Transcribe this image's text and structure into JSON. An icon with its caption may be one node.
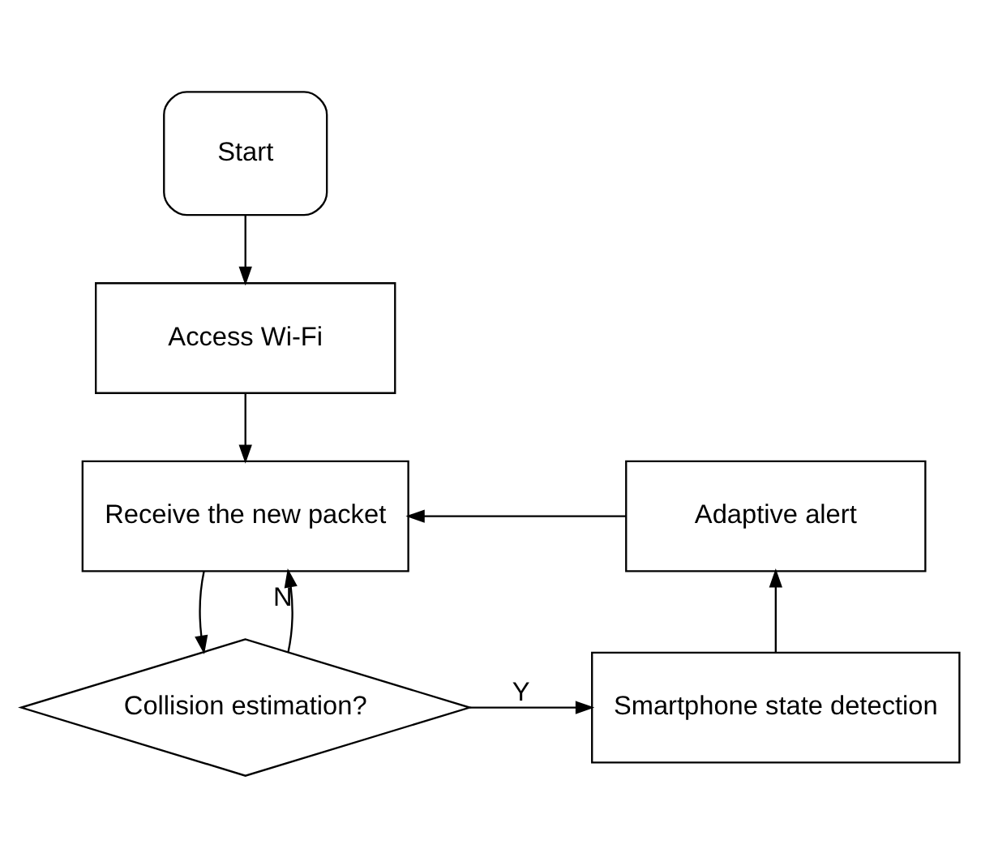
{
  "diagram": {
    "nodes": [
      {
        "text": [
          "Start"
        ]
      },
      {
        "text": [
          "Access Wi-Fi"
        ]
      },
      {
        "text": [
          "Receive the new packet"
        ]
      },
      {
        "text": [
          "Collision estimation?"
        ]
      },
      {
        "text": [
          "Smartphone state detection"
        ]
      },
      {
        "text": [
          "Adaptive alert"
        ]
      }
    ],
    "edges": [
      {
        "from": 0,
        "to": 1,
        "arrow": "to"
      },
      {
        "from": 1,
        "to": 2,
        "arrow": "to"
      },
      {
        "from": 2,
        "to": 3,
        "arrow": "to"
      },
      {
        "from": 3,
        "to": 2,
        "arrow": "to",
        "label": "N"
      },
      {
        "from": 3,
        "to": 4,
        "arrow": "to",
        "label": "Y"
      },
      {
        "from": 4,
        "to": 5,
        "arrow": "to"
      },
      {
        "from": 5,
        "to": 2,
        "arrow": "to"
      }
    ]
  }
}
